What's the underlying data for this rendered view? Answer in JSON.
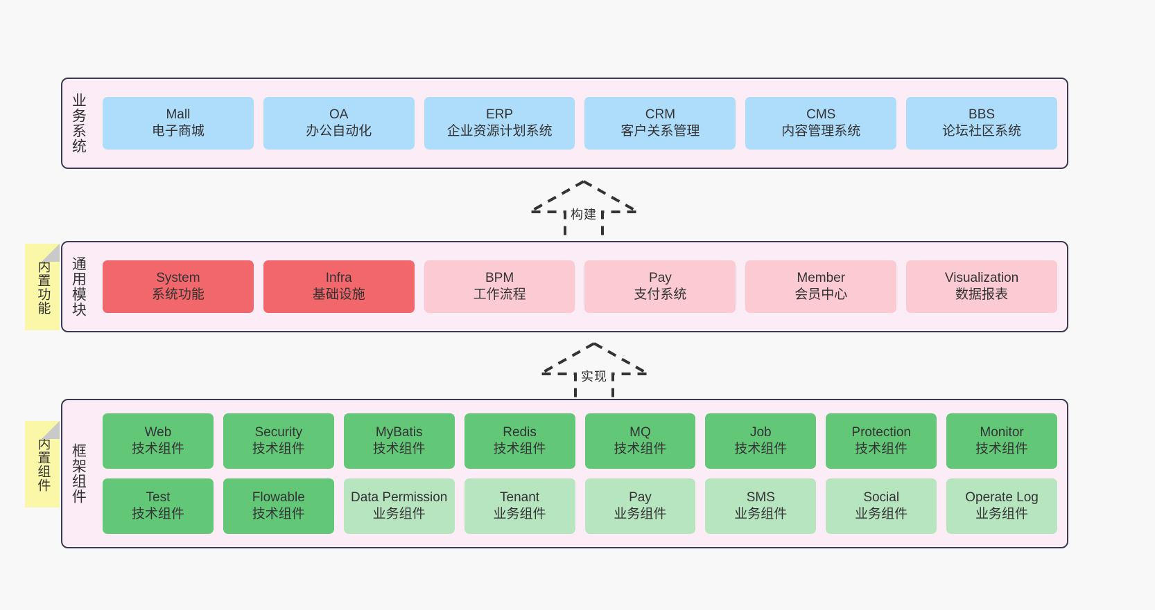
{
  "diagram": {
    "background_color": "#f8f8f8",
    "layer_fill": "#fbecf5",
    "layer_border": "#3b3b4f",
    "sticky_color": "#fbf7a8"
  },
  "layers": [
    {
      "id": "business",
      "title": "业务系统",
      "card_color": "#aeddfb",
      "cards": [
        {
          "en": "Mall",
          "cn": "电子商城"
        },
        {
          "en": "OA",
          "cn": "办公自动化"
        },
        {
          "en": "ERP",
          "cn": "企业资源计划系统"
        },
        {
          "en": "CRM",
          "cn": "客户关系管理"
        },
        {
          "en": "CMS",
          "cn": "内容管理系统"
        },
        {
          "en": "BBS",
          "cn": "论坛社区系统"
        }
      ]
    },
    {
      "id": "modules",
      "title": "通用模块",
      "sticky": "内置功能",
      "cards": [
        {
          "en": "System",
          "cn": "系统功能",
          "color": "#f2676b"
        },
        {
          "en": "Infra",
          "cn": "基础设施",
          "color": "#f2676b"
        },
        {
          "en": "BPM",
          "cn": "工作流程",
          "color": "#fbcad2"
        },
        {
          "en": "Pay",
          "cn": "支付系统",
          "color": "#fbcad2"
        },
        {
          "en": "Member",
          "cn": "会员中心",
          "color": "#fbcad2"
        },
        {
          "en": "Visualization",
          "cn": "数据报表",
          "color": "#fbcad2"
        }
      ]
    },
    {
      "id": "framework",
      "title": "框架组件",
      "sticky": "内置组件",
      "row1": [
        {
          "en": "Web",
          "cn": "技术组件",
          "color": "#62c878"
        },
        {
          "en": "Security",
          "cn": "技术组件",
          "color": "#62c878"
        },
        {
          "en": "MyBatis",
          "cn": "技术组件",
          "color": "#62c878"
        },
        {
          "en": "Redis",
          "cn": "技术组件",
          "color": "#62c878"
        },
        {
          "en": "MQ",
          "cn": "技术组件",
          "color": "#62c878"
        },
        {
          "en": "Job",
          "cn": "技术组件",
          "color": "#62c878"
        },
        {
          "en": "Protection",
          "cn": "技术组件",
          "color": "#62c878"
        },
        {
          "en": "Monitor",
          "cn": "技术组件",
          "color": "#62c878"
        }
      ],
      "row2": [
        {
          "en": "Test",
          "cn": "技术组件",
          "color": "#62c878"
        },
        {
          "en": "Flowable",
          "cn": "技术组件",
          "color": "#62c878"
        },
        {
          "en": "Data Permission",
          "cn": "业务组件",
          "color": "#b7e5c0"
        },
        {
          "en": "Tenant",
          "cn": "业务组件",
          "color": "#b7e5c0"
        },
        {
          "en": "Pay",
          "cn": "业务组件",
          "color": "#b7e5c0"
        },
        {
          "en": "SMS",
          "cn": "业务组件",
          "color": "#b7e5c0"
        },
        {
          "en": "Social",
          "cn": "业务组件",
          "color": "#b7e5c0"
        },
        {
          "en": "Operate Log",
          "cn": "业务组件",
          "color": "#b7e5c0"
        }
      ]
    }
  ],
  "connectors": [
    {
      "id": "build",
      "label": "构建"
    },
    {
      "id": "realize",
      "label": "实现"
    }
  ]
}
